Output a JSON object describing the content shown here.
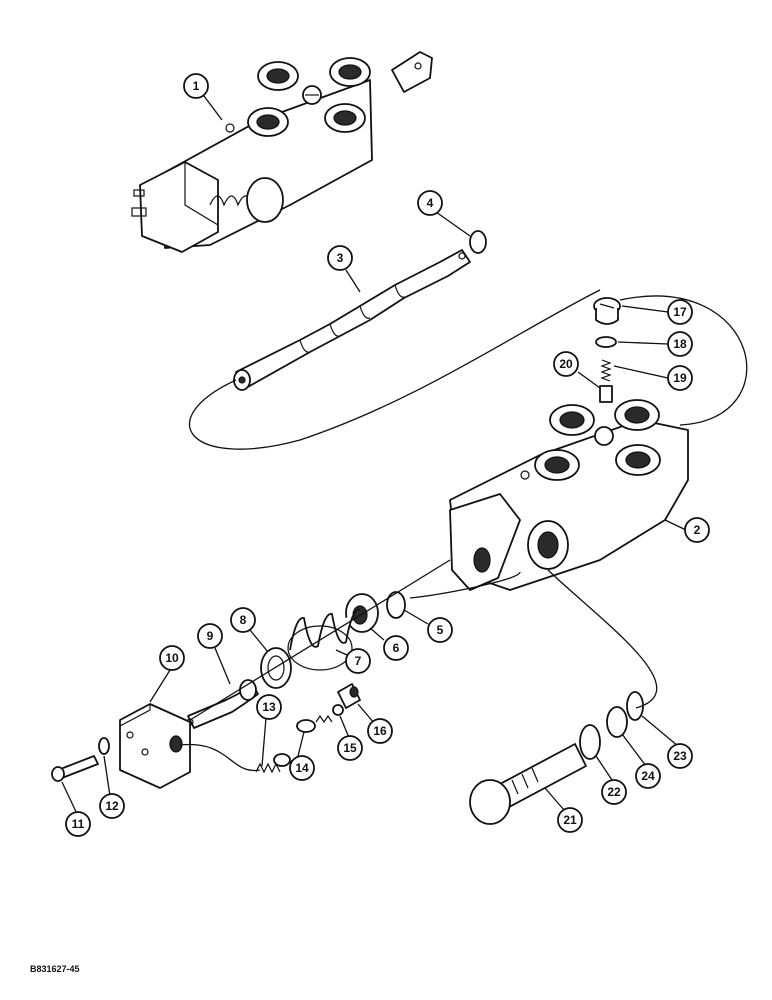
{
  "figure_ref": "B831627-45",
  "callouts": [
    {
      "id": "c1",
      "text": "1",
      "part": "control-valve-assembly"
    },
    {
      "id": "c2",
      "text": "2",
      "part": "valve-body"
    },
    {
      "id": "c3",
      "text": "3",
      "part": "spool"
    },
    {
      "id": "c4",
      "text": "4",
      "part": "o-ring"
    },
    {
      "id": "c5",
      "text": "5",
      "part": "o-ring"
    },
    {
      "id": "c6",
      "text": "6",
      "part": "spring-seat"
    },
    {
      "id": "c7",
      "text": "7",
      "part": "spring"
    },
    {
      "id": "c8",
      "text": "8",
      "part": "spring-seat"
    },
    {
      "id": "c9",
      "text": "9",
      "part": "bolt"
    },
    {
      "id": "c10",
      "text": "10",
      "part": "end-cap"
    },
    {
      "id": "c11",
      "text": "11",
      "part": "cap-screw"
    },
    {
      "id": "c12",
      "text": "12",
      "part": "washer"
    },
    {
      "id": "c13",
      "text": "13",
      "part": "spring"
    },
    {
      "id": "c14",
      "text": "14",
      "part": "poppet"
    },
    {
      "id": "c15",
      "text": "15",
      "part": "ball"
    },
    {
      "id": "c16",
      "text": "16",
      "part": "seat"
    },
    {
      "id": "c17",
      "text": "17",
      "part": "plug"
    },
    {
      "id": "c18",
      "text": "18",
      "part": "o-ring"
    },
    {
      "id": "c19",
      "text": "19",
      "part": "spring"
    },
    {
      "id": "c20",
      "text": "20",
      "part": "poppet"
    },
    {
      "id": "c21",
      "text": "21",
      "part": "relief-valve-cartridge"
    },
    {
      "id": "c22",
      "text": "22",
      "part": "o-ring"
    },
    {
      "id": "c23",
      "text": "23",
      "part": "o-ring"
    },
    {
      "id": "c24",
      "text": "24",
      "part": "backup-ring"
    }
  ]
}
